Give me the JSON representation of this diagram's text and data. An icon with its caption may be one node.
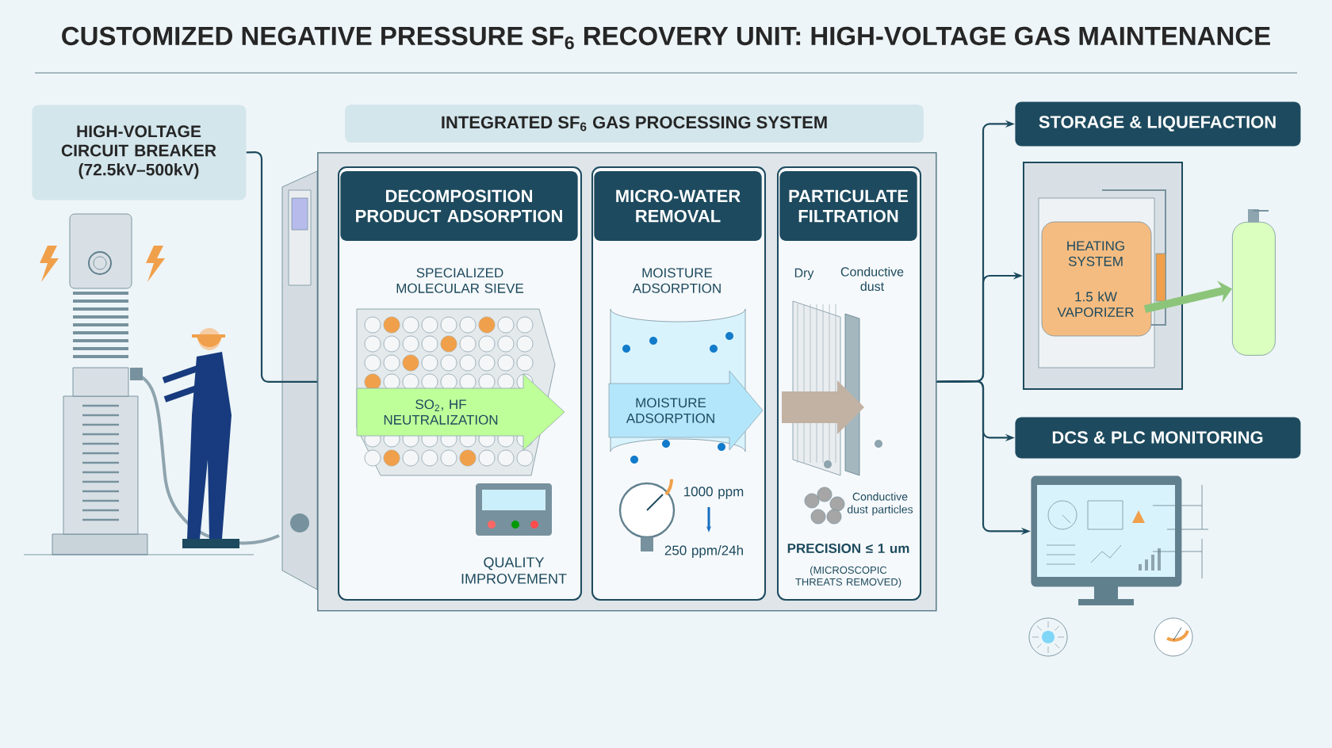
{
  "diagram": {
    "title": "CUSTOMIZED NEGATIVE PRESSURE SF$_{6}$ RECOVERY UNIT: HIGH-VOLTAGE GAS MAINTENANCE",
    "nodes": [
      {
        "text": [
          "HIGH-VOLTAGE CIRCUIT BREAKER (72.5kV–500kV)"
        ]
      },
      {
        "text": [
          "INTEGRATED SF$_{6}$ GAS PROCESSING SYSTEM"
        ]
      },
      {
        "text": [
          "DECOMPOSITION PRODUCT ADSORPTION",
          "SPECIALIZED MOLECULAR SIEVE",
          "SO$_{2}$, HF NEUTRALIZATION",
          "QUALITY IMPROVEMENT"
        ],
        "in": 1
      },
      {
        "text": [
          "MICRO-WATER REMOVAL",
          "MOISTURE ADSORPTION",
          "MOISTURE ADSORPTION",
          "1000 ppm",
          "250 ppm/24h"
        ],
        "in": 1
      },
      {
        "text": [
          "PARTICULATE FILTRATION",
          "Dry",
          "Conductive dust",
          "Conductive dust particles",
          "PRECISION ≤ 1 um",
          "(MICROSCOPIC THREATS REMOVED)"
        ],
        "in": 1
      },
      {
        "text": [
          "STORAGE & LIQUEFACTION"
        ]
      },
      {
        "text": [
          "HEATING SYSTEM",
          "1.5 kW VAPORIZER"
        ]
      },
      {
        "text": [],
        "shape": "cylinder"
      },
      {
        "text": [
          "DCS & PLC MONITORING"
        ]
      },
      {
        "text": [],
        "shape": "picture"
      }
    ],
    "edges": [
      {
        "from": 0,
        "to": 1,
        "arrow": "none"
      },
      {
        "from": 1,
        "to": 5,
        "arrow": "to"
      },
      {
        "from": 1,
        "to": 6,
        "arrow": "to"
      },
      {
        "from": 1,
        "to": 8,
        "arrow": "to"
      },
      {
        "from": 1,
        "to": 9,
        "arrow": "to"
      },
      {
        "from": 6,
        "to": 7,
        "arrow": "to",
        "style": "thick",
        "color": "#8cc57a"
      }
    ]
  }
}
